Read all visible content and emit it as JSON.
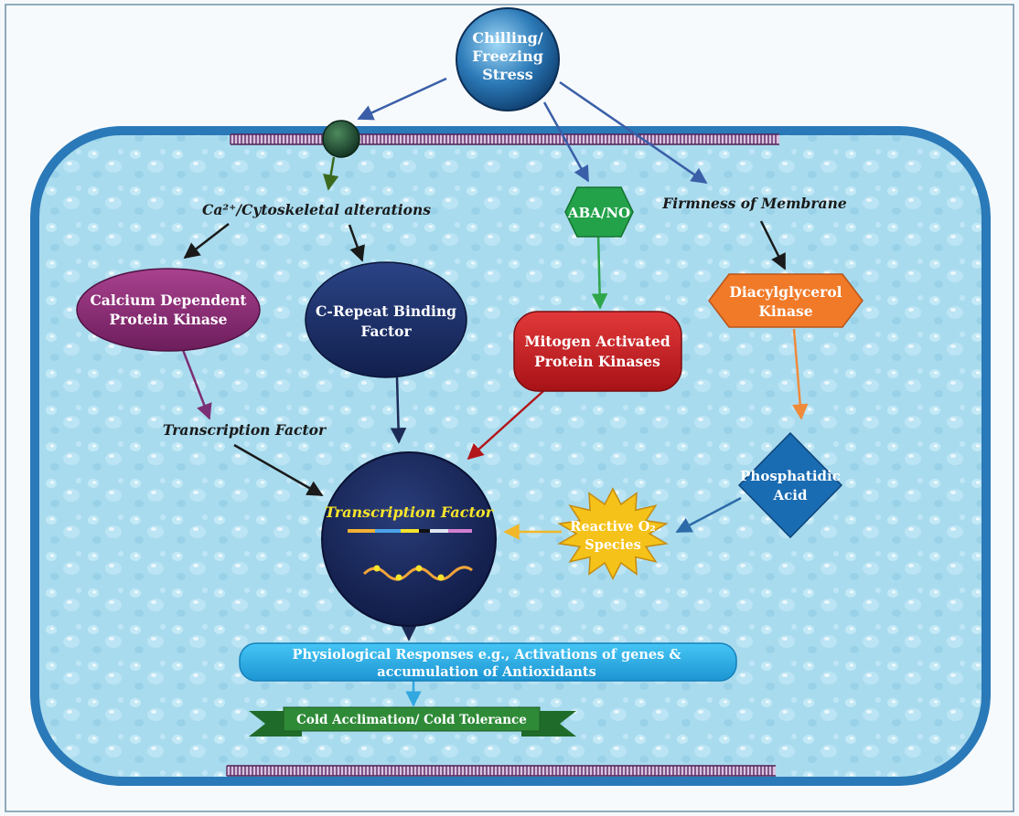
{
  "colors": {
    "cell_fill": "#a8d8ea",
    "cell_border": "#2a79b8",
    "membrane": "#6b3a73",
    "stress_node": "#1f6aa6",
    "cdpk": "#8c2a78",
    "cbf": "#1a2f66",
    "mapk": "#c51f23",
    "abano": "#23a24a",
    "dgk": "#f07a28",
    "pa": "#1a6cb2",
    "ros": "#f5c21a",
    "tf_center": "#16265c",
    "physio_bar": "#2ab0e8",
    "banner": "#2f8a38"
  },
  "nodes": {
    "stress": "Chilling/\nFreezing\nStress",
    "ca_alterations": "Ca²⁺/Cytoskeletal alterations",
    "firmness": "Firmness of Membrane",
    "abano": "ABA/NO",
    "cdpk": "Calcium Dependent\nProtein Kinase",
    "cbf": "C-Repeat Binding\nFactor",
    "mapk": "Mitogen Activated\nProtein Kinases",
    "dgk": "Diacylglycerol\nKinase",
    "tf_small": "Transcription Factor",
    "tf_center": "Transcription Factor",
    "pa": "Phosphatidic\nAcid",
    "ros": "Reactive O₂\nSpecies",
    "physio": "Physiological Responses e.g., Activations of genes &\naccumulation of Antioxidants",
    "cold": "Cold Acclimation/ Cold Tolerance"
  }
}
